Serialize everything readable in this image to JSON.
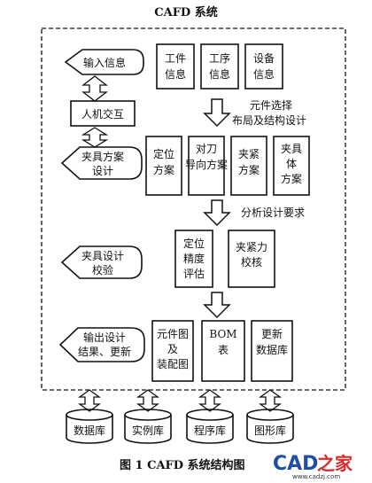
{
  "title": "CAFD 系统",
  "caption": "图 1 CAFD 系统结构图",
  "stages": {
    "input": [
      "输入信息"
    ],
    "hmi": [
      "人机交互"
    ],
    "design": [
      "夹具方案",
      "设计"
    ],
    "verify": [
      "夹具设计",
      "校验"
    ],
    "output": [
      "输出设计",
      "结果、更新"
    ]
  },
  "info_boxes": {
    "workpiece": [
      "工件",
      "信息"
    ],
    "process": [
      "工序",
      "信息"
    ],
    "equipment": [
      "设备",
      "信息"
    ]
  },
  "step_labels": {
    "step1": [
      "元件选择",
      "布局及结构设计"
    ],
    "step2": [
      "分析设计要求"
    ]
  },
  "design_boxes": {
    "locating": [
      "定位",
      "方案"
    ],
    "tool_guide": [
      "对刀",
      "导向方案"
    ],
    "clamping": [
      "夹紧",
      "方案"
    ],
    "body": [
      "夹具",
      "体",
      "方案"
    ]
  },
  "verify_boxes": {
    "accuracy": [
      "定位",
      "精度",
      "评估"
    ],
    "clamp_force": [
      "夹紧力",
      "校核"
    ]
  },
  "output_boxes": {
    "drawings": [
      "元件图",
      "及",
      "装配图"
    ],
    "bom": [
      "BOM",
      "表"
    ],
    "update_db": [
      "更新",
      "数据库"
    ]
  },
  "databases": {
    "data": "数据库",
    "instance": "实例库",
    "program": "程序库",
    "graphics": "图形库"
  },
  "watermark": {
    "brand": "CAD",
    "brand_suffix": "之家",
    "url": "www.cadzj.com"
  }
}
